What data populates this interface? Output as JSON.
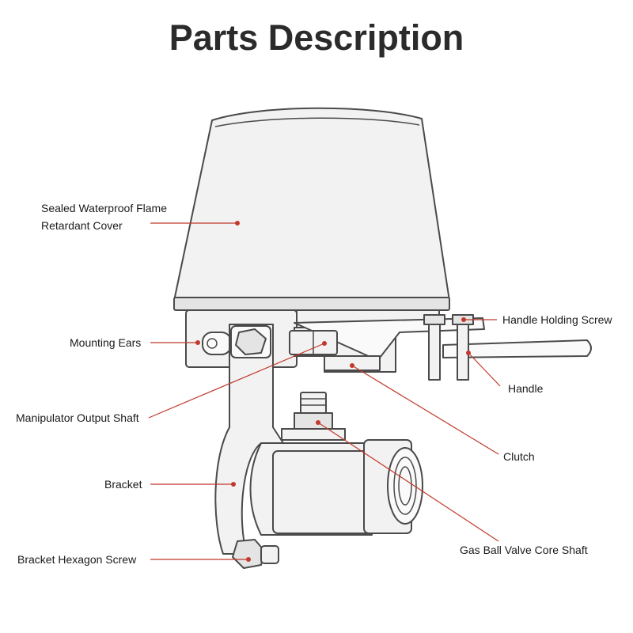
{
  "title": "Parts Description",
  "colors": {
    "leader": "#c0392b",
    "title": "#2b2b2b",
    "outline": "#4a4a4a"
  },
  "labels": {
    "cover_line1": "Sealed Waterproof Flame",
    "cover_line2": "Retardant Cover",
    "mounting_ears": "Mounting Ears",
    "manipulator_output_shaft": "Manipulator Output Shaft",
    "bracket": "Bracket",
    "bracket_hexagon_screw": "Bracket Hexagon Screw",
    "handle_holding_screw": "Handle Holding Screw",
    "handle": "Handle",
    "clutch": "Clutch",
    "gas_ball_valve_core_shaft": "Gas Ball Valve Core Shaft"
  }
}
